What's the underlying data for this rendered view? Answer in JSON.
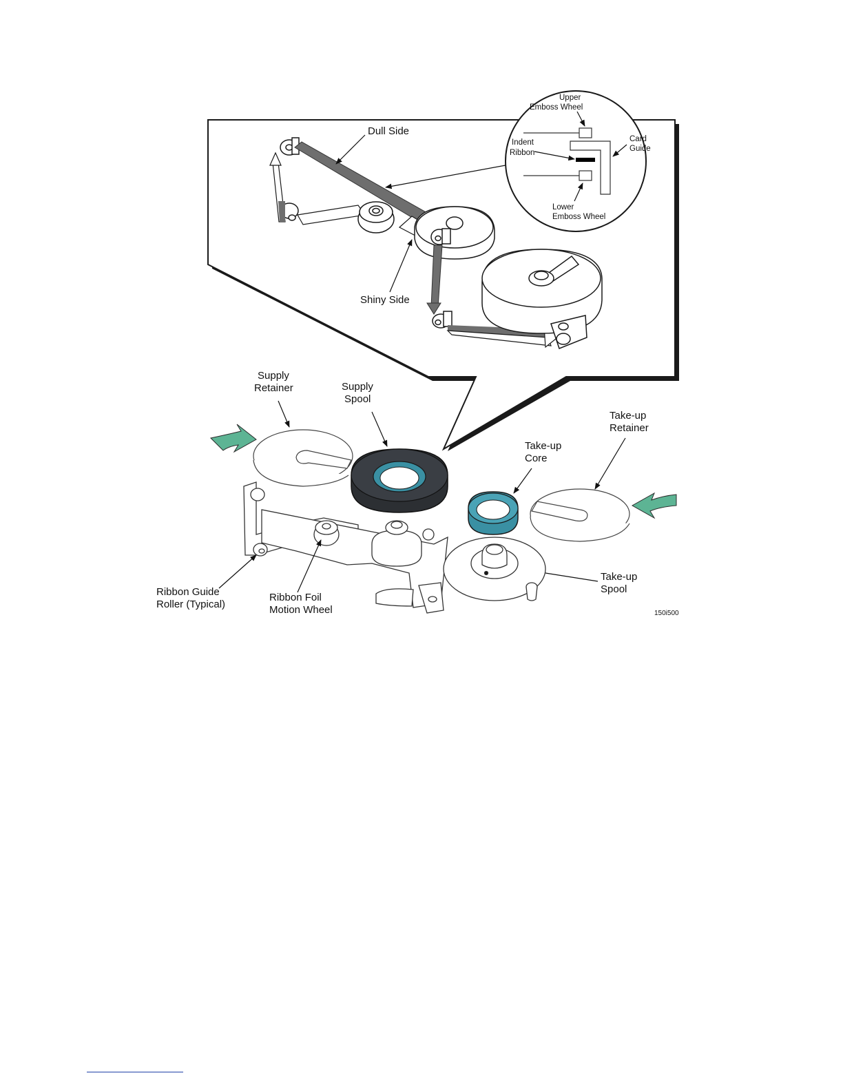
{
  "labels": {
    "dull_side": "Dull Side",
    "shiny_side": "Shiny Side",
    "upper_emboss_wheel_1": "Upper",
    "upper_emboss_wheel_2": "Emboss Wheel",
    "indent_ribbon_1": "Indent",
    "indent_ribbon_2": "Ribbon",
    "card_guide_1": "Card",
    "card_guide_2": "Guide",
    "lower_emboss_wheel_1": "Lower",
    "lower_emboss_wheel_2": "Emboss Wheel",
    "supply_retainer_1": "Supply",
    "supply_retainer_2": "Retainer",
    "supply_spool_1": "Supply",
    "supply_spool_2": "Spool",
    "takeup_core_1": "Take-up",
    "takeup_core_2": "Core",
    "takeup_retainer_1": "Take-up",
    "takeup_retainer_2": "Retainer",
    "takeup_spool_1": "Take-up",
    "takeup_spool_2": "Spool",
    "ribbon_guide_roller_1": "Ribbon Guide",
    "ribbon_guide_roller_2": "Roller (Typical)",
    "ribbon_foil_wheel_1": "Ribbon Foil",
    "ribbon_foil_wheel_2": "Motion Wheel",
    "figure_id": "150i500"
  },
  "colors": {
    "ribbon": "#6e6e6e",
    "spool_dark": "#2c2f33",
    "core_teal": "#3a90a3",
    "arrow_green": "#5db494",
    "outline": "#1a1a1a"
  }
}
